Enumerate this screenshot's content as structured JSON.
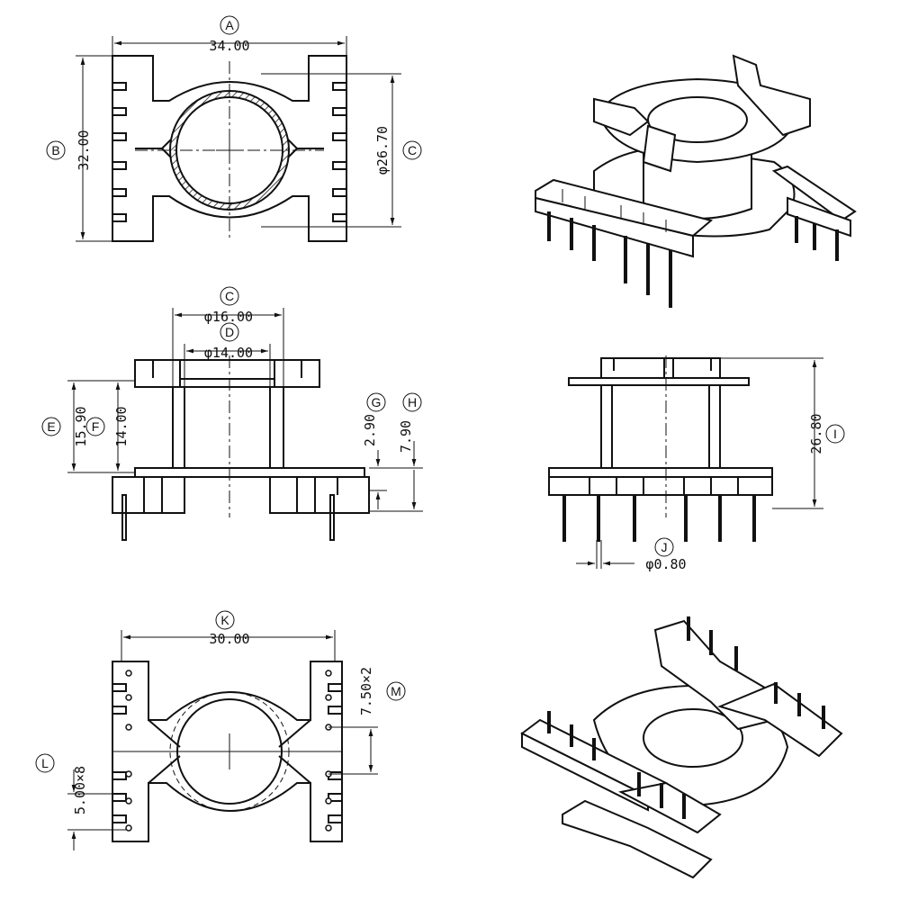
{
  "labels": {
    "A": "A",
    "B": "B",
    "C": "C",
    "D": "D",
    "E": "E",
    "F": "F",
    "G": "G",
    "H": "H",
    "I": "I",
    "J": "J",
    "K": "K",
    "L": "L",
    "M": "M"
  },
  "dims": {
    "A": "34.00",
    "B": "32.00",
    "C_top": "φ26.70",
    "C_side": "φ16.00",
    "D": "φ14.00",
    "E": "15.90",
    "F": "14.00",
    "G": "2.90",
    "H": "7.90",
    "I": "26.80",
    "J": "φ0.80",
    "K": "30.00",
    "L": "5.00×8",
    "M": "7.50×2"
  }
}
